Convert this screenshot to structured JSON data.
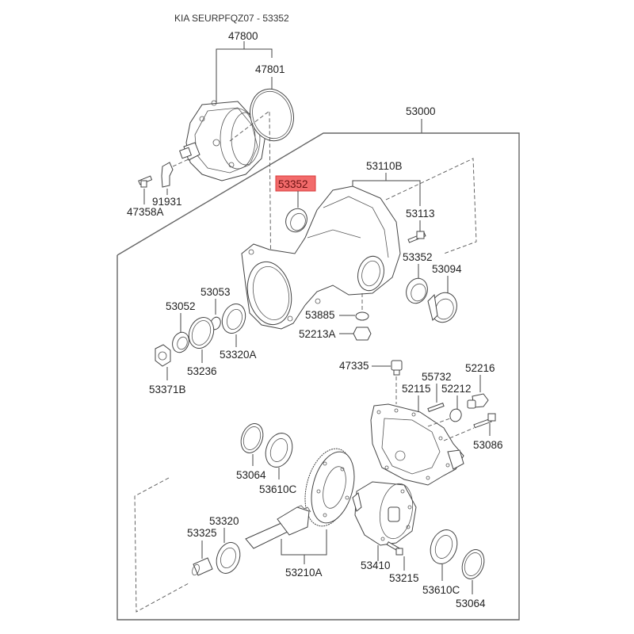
{
  "title": "KIA SEURPFQZ07 - 53352",
  "highlight_color": "#f26b6b",
  "labels": {
    "p47800": "47800",
    "p47801": "47801",
    "p53000": "53000",
    "p91931": "91931",
    "p47358A": "47358A",
    "p53352_hl": "53352",
    "p53110B": "53110B",
    "p53113": "53113",
    "p53352": "53352",
    "p53094": "53094",
    "p53885": "53885",
    "p52213A": "52213A",
    "p53053": "53053",
    "p53052": "53052",
    "p53320A": "53320A",
    "p53236": "53236",
    "p53371B": "53371B",
    "p47335": "47335",
    "p55732": "55732",
    "p52216": "52216",
    "p52115": "52115",
    "p52212": "52212",
    "p53086": "53086",
    "p53064a": "53064",
    "p53610Ca": "53610C",
    "p53320": "53320",
    "p53325": "53325",
    "p53210A": "53210A",
    "p53410": "53410",
    "p53215": "53215",
    "p53610Cb": "53610C",
    "p53064b": "53064"
  }
}
